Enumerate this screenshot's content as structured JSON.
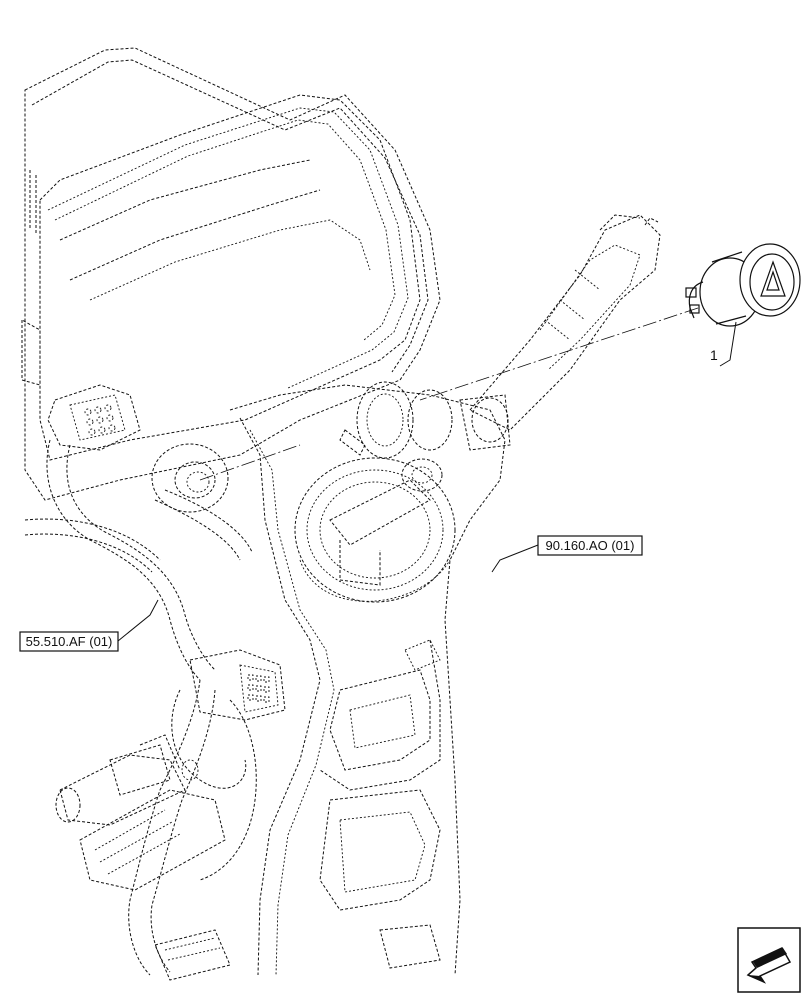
{
  "callouts": {
    "item_1": "1",
    "ref_harness": "55.510.AF (01)",
    "ref_column": "90.160.AO (01)"
  },
  "icons": {
    "hazard_symbol": "warning-triangle-icon",
    "nav_arrow": "return-arrow-icon"
  }
}
